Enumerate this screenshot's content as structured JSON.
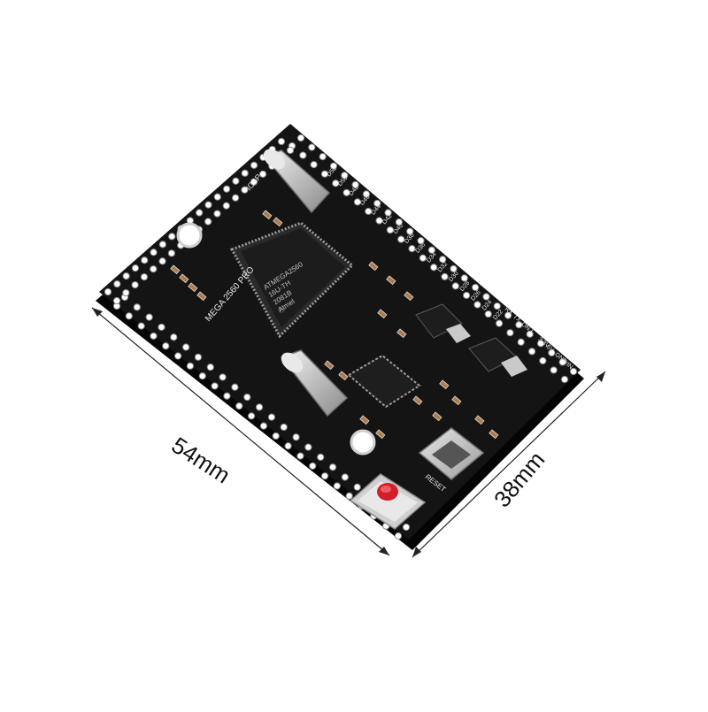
{
  "dimensions": {
    "length": "54mm",
    "width": "38mm"
  },
  "board": {
    "model_label": "MEGA 2560 PRO",
    "header_label": "ICSP",
    "reset_label": "RESET",
    "chip_text": [
      "ATMEGA2560",
      "16U-TH",
      "2081B",
      "Atmel"
    ],
    "pin_labels_top": [
      "D52",
      "D50",
      "D48",
      "D46",
      "D44",
      "D42",
      "D40",
      "D38",
      "D36",
      "D34",
      "D32",
      "D30",
      "D28",
      "D26",
      "D24",
      "D22"
    ],
    "pin_labels_side": [
      "RX",
      "TX",
      "ON",
      "L",
      "3.3V",
      "5V",
      "GND",
      "VIN"
    ]
  },
  "colors": {
    "pcb": "#121212",
    "pcb_edge": "#0a0a0a",
    "silk": "#e8e8e8",
    "pin_hole": "#ffffff",
    "crystal": "#c8c8c8",
    "reset_button": "#d21f2a",
    "usb": "#b9b9b9",
    "arrow": "#222222"
  }
}
